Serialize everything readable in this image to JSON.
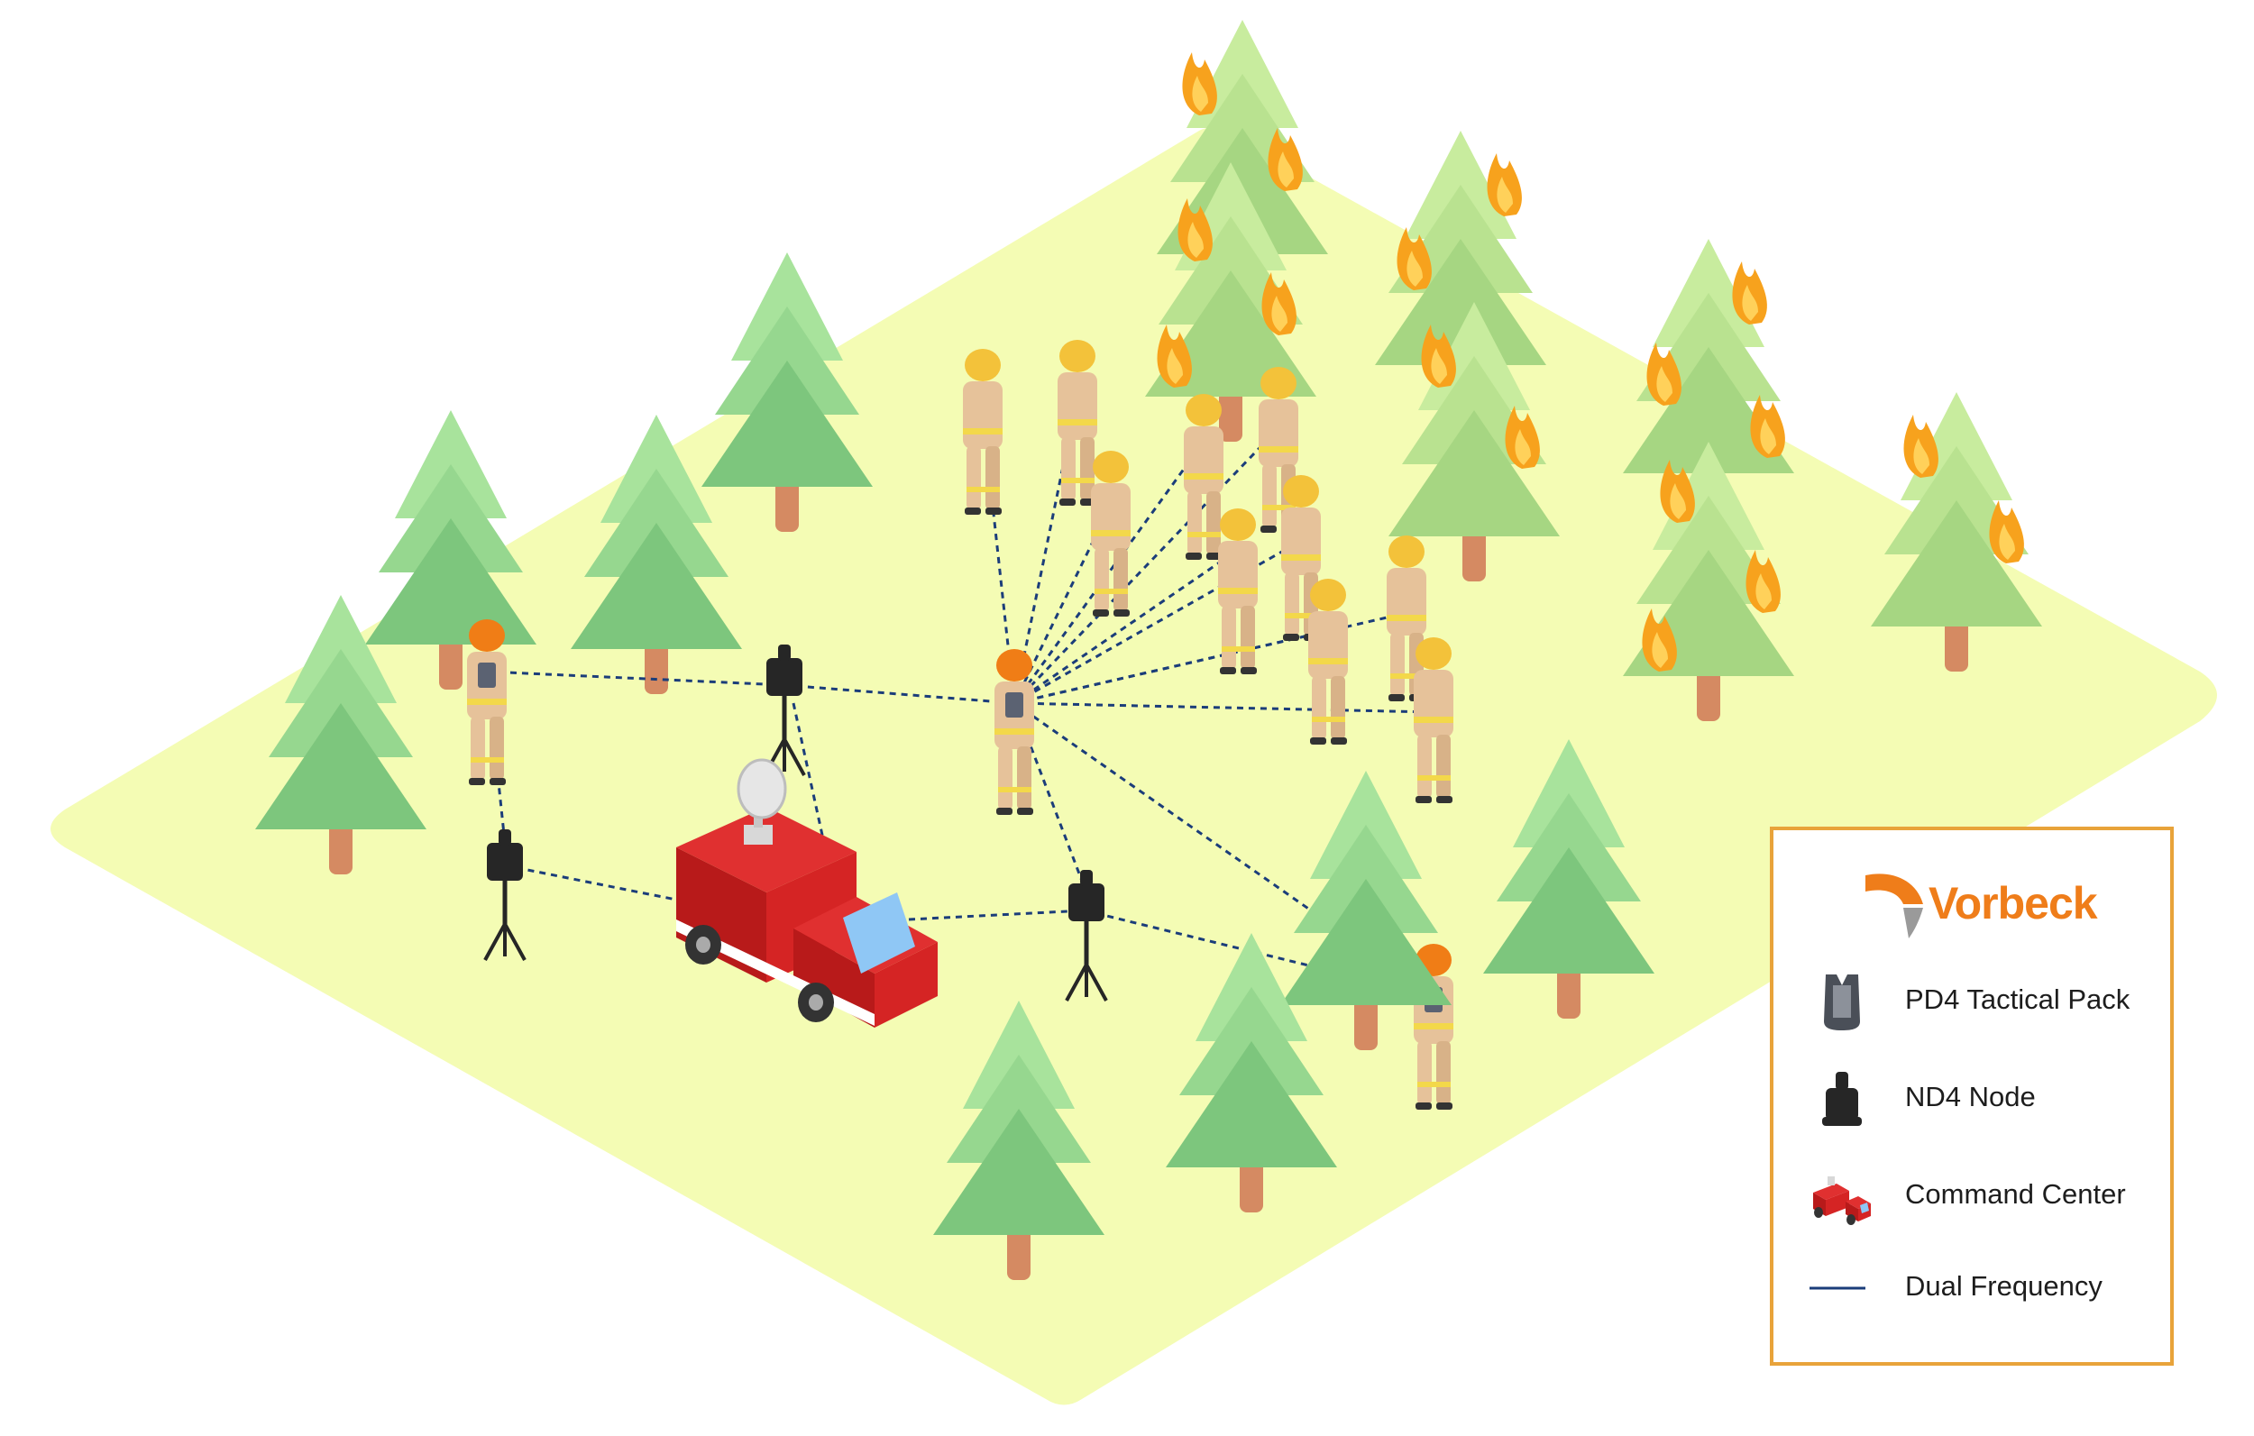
{
  "legend": {
    "brand": "Vorbeck",
    "items": [
      {
        "icon": "tactical-pack-icon",
        "label": "PD4 Tactical Pack"
      },
      {
        "icon": "node-icon",
        "label": "ND4 Node"
      },
      {
        "icon": "fire-truck-icon",
        "label": "Command Center"
      },
      {
        "icon": "dashed-line-icon",
        "label": "Dual Frequency"
      }
    ]
  },
  "colors": {
    "ground": "#f4fcb4",
    "tree_light": "#a8e39c",
    "tree_mid": "#8fd38a",
    "tree_dark": "#76c37a",
    "burning_tree": "#b5dc8a",
    "trunk": "#d58a62",
    "flame": "#f7a21d",
    "firefighter_suit": "#e6c29a",
    "helmet": "#f3c23a",
    "helmet_lead": "#f07d16",
    "link": "#1b3d7a",
    "truck": "#c41a1a",
    "legend_border": "#e8a33a",
    "brand": "#ef7d1a"
  }
}
